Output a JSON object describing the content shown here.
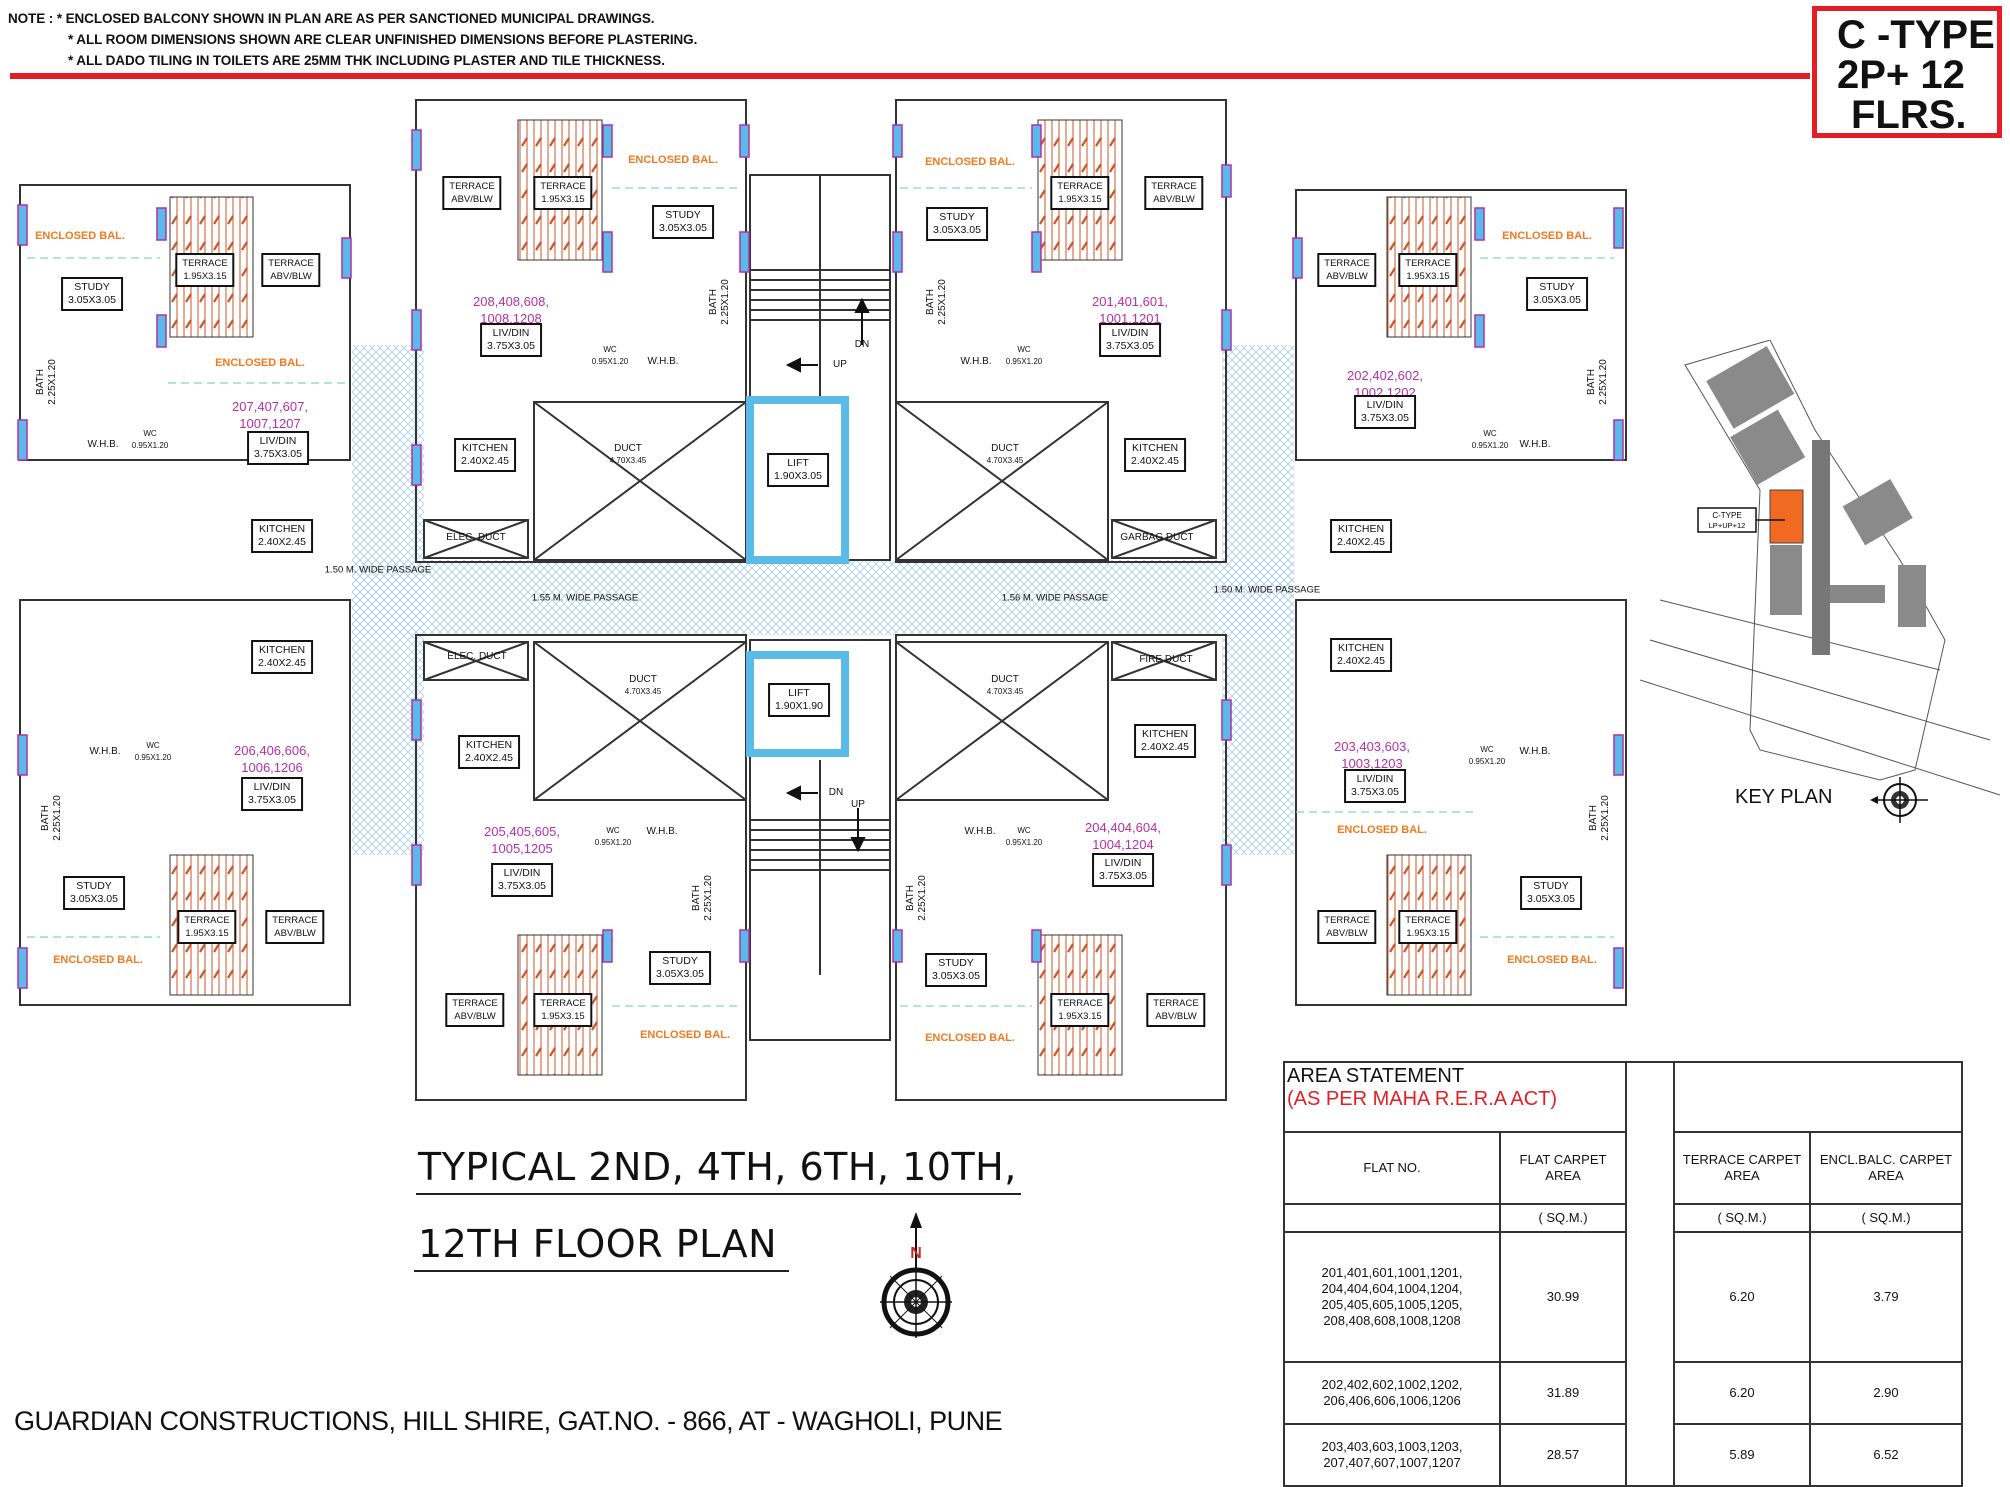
{
  "notes": {
    "prefix": "NOTE :",
    "items": [
      "* ENCLOSED BALCONY SHOWN IN PLAN ARE AS PER SANCTIONED MUNICIPAL DRAWINGS.",
      "* ALL ROOM DIMENSIONS SHOWN ARE CLEAR UNFINISHED DIMENSIONS BEFORE PLASTERING.",
      "* ALL DADO TILING IN TOILETS ARE 25MM THK INCLUDING PLASTER AND TILE THICKNESS."
    ]
  },
  "type_box": {
    "line1": "C -TYPE",
    "line2": "2P+ 12",
    "line3": "FLRS."
  },
  "colors": {
    "accent_red": "#e31e24",
    "window_blue": "#5bbbe8",
    "window_border": "#b42fa8",
    "flat_number": "#b42fa8",
    "enclosed_balcony": "#f07a1f",
    "terrace_hatch": "#c8552a",
    "passage_hatch": "#9fc6de"
  },
  "rooms": {
    "study": {
      "name": "STUDY",
      "dim": "3.05X3.05"
    },
    "terrace": {
      "name": "TERRACE",
      "dim": "1.95X3.15"
    },
    "terrace_abv": {
      "name": "TERRACE",
      "dim": "ABV/BLW"
    },
    "livdin": {
      "name": "LIV/DIN",
      "dim": "3.75X3.05"
    },
    "kitchen": {
      "name": "KITCHEN",
      "dim": "2.40X2.45"
    },
    "bath": {
      "name": "BATH",
      "dim": "2.25X1.20"
    },
    "wc": {
      "name": "WC",
      "dim": "0.95X1.20"
    },
    "whb": "W.H.B.",
    "duct": {
      "name": "DUCT",
      "dim": "4.70X3.45"
    },
    "lift_top": {
      "name": "LIFT",
      "dim": "1.90X3.05"
    },
    "lift_bottom": {
      "name": "LIFT",
      "dim": "1.90X1.90"
    },
    "elec_duct": "ELEC. DUCT",
    "garbage_duct": "GARBAG DUCT",
    "fire_duct": "FIRE DUCT",
    "enclosed_bal": "ENCLOSED BAL.",
    "up": "UP",
    "dn": "DN"
  },
  "flats": {
    "f207": {
      "line1": "207,407,607,",
      "line2": "1007,1207"
    },
    "f208": {
      "line1": "208,408,608,",
      "line2": "1008,1208"
    },
    "f201": {
      "line1": "201,401,601,",
      "line2": "1001,1201"
    },
    "f202": {
      "line1": "202,402,602,",
      "line2": "1002,1202"
    },
    "f206": {
      "line1": "206,406,606,",
      "line2": "1006,1206"
    },
    "f205": {
      "line1": "205,405,605,",
      "line2": "1005,1205"
    },
    "f204": {
      "line1": "204,404,604,",
      "line2": "1004,1204"
    },
    "f203": {
      "line1": "203,403,603,",
      "line2": "1003,1203"
    }
  },
  "passages": {
    "horizontal": "1.55 M. WIDE PASSAGE",
    "horizontal_right": "1.56 M. WIDE PASSAGE",
    "vertical": "1.50 M. WIDE PASSAGE"
  },
  "title": {
    "line1": "TYPICAL 2ND, 4TH, 6TH, 10TH,",
    "line2": "12TH FLOOR PLAN"
  },
  "compass": {
    "north": "N"
  },
  "key_plan": {
    "label": "KEY PLAN",
    "highlight_label_line1": "C-TYPE",
    "highlight_label_line2": "LP+UP+12",
    "highlight_color": "#f06a22"
  },
  "area_statement": {
    "title": "AREA STATEMENT",
    "subtitle": "(AS PER MAHA R.E.R.A  ACT)",
    "headers": {
      "flat_no": "FLAT NO.",
      "flat_carpet": "FLAT CARPET AREA",
      "terrace_carpet": "TERRACE CARPET AREA",
      "encl_balc": "ENCL.BALC. CARPET AREA"
    },
    "unit": "( SQ.M.)",
    "rows": [
      {
        "flats": [
          "201,401,601,1001,1201,",
          "204,404,604,1004,1204,",
          "205,405,605,1005,1205,",
          "208,408,608,1008,1208"
        ],
        "flat_carpet": "30.99",
        "terrace": "6.20",
        "encl_balc": "3.79"
      },
      {
        "flats": [
          "202,402,602,1002,1202,",
          "206,406,606,1006,1206"
        ],
        "flat_carpet": "31.89",
        "terrace": "6.20",
        "encl_balc": "2.90"
      },
      {
        "flats": [
          "203,403,603,1003,1203,",
          "207,407,607,1007,1207"
        ],
        "flat_carpet": "28.57",
        "terrace": "5.89",
        "encl_balc": "6.52"
      }
    ]
  },
  "footer": "GUARDIAN CONSTRUCTIONS, HILL SHIRE, GAT.NO. - 866, AT - WAGHOLI, PUNE"
}
